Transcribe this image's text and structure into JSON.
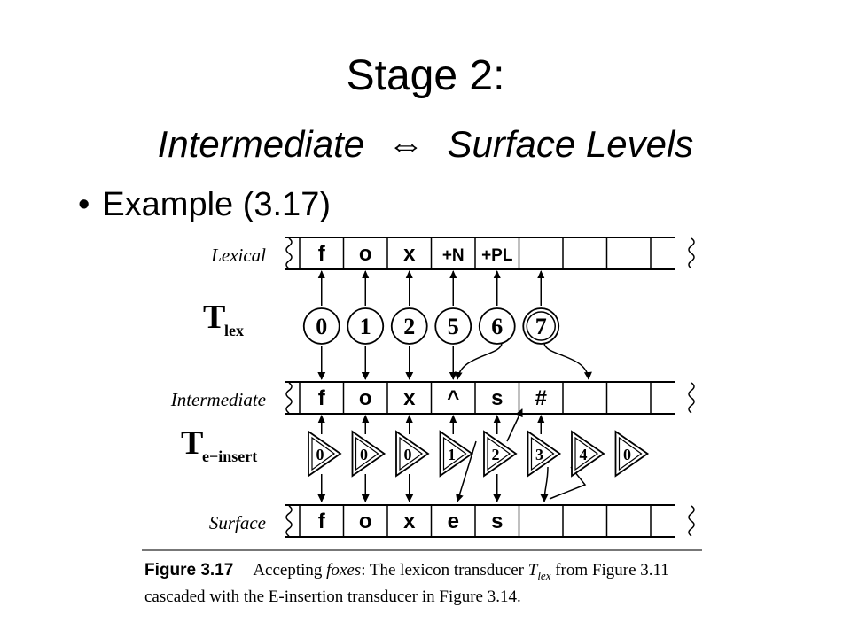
{
  "title": {
    "line1": "Stage 2:",
    "line2_left": "Intermediate",
    "arrow": "⇔",
    "line2_right": "Surface Levels"
  },
  "bullet": {
    "text": "Example (3.17)"
  },
  "diagram": {
    "levels": {
      "lexical": {
        "label": "Lexical",
        "cells": [
          "f",
          "o",
          "x",
          "+N",
          "+PL",
          "",
          "",
          ""
        ]
      },
      "intermediate": {
        "label": "Intermediate",
        "cells": [
          "f",
          "o",
          "x",
          "^",
          "s",
          "#",
          "",
          ""
        ]
      },
      "surface": {
        "label": "Surface",
        "cells": [
          "f",
          "o",
          "x",
          "e",
          "s",
          "",
          "",
          ""
        ]
      }
    },
    "t_lex": {
      "label": "T",
      "subscript": "lex",
      "states": [
        "0",
        "1",
        "2",
        "5",
        "6",
        "7"
      ]
    },
    "t_einsert": {
      "label": "T",
      "subscript": "e−insert",
      "states": [
        "0",
        "0",
        "0",
        "1",
        "2",
        "3",
        "4",
        "0"
      ]
    }
  },
  "caption": {
    "figure": "Figure 3.17",
    "pre": "Accepting ",
    "italic_word": "foxes",
    "mid": ": The lexicon transducer ",
    "t_symbol": "T",
    "t_sub": "lex",
    "post": " from Figure 3.11",
    "line2": "cascaded with the E-insertion transducer in Figure 3.14."
  }
}
